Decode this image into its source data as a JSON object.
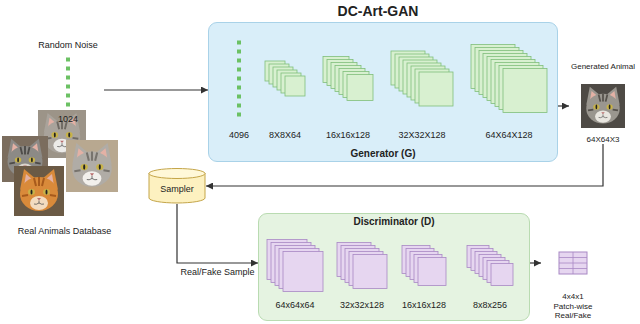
{
  "diagram": {
    "title": "DC-Art-GAN",
    "nodes": [
      {
        "text": [
          "Random Noise",
          "1024"
        ]
      },
      {
        "text": [
          "Generator (G)"
        ]
      },
      {
        "text": [
          "4096"
        ],
        "in": 1
      },
      {
        "text": [
          "8X8X64"
        ],
        "in": 1
      },
      {
        "text": [
          "16x16x128"
        ],
        "in": 1
      },
      {
        "text": [
          "32X32X128"
        ],
        "in": 1
      },
      {
        "text": [
          "64X64X128"
        ],
        "in": 1
      },
      {
        "text": [
          "Generated Animal",
          "64X64X3"
        ]
      },
      {
        "text": [
          "Real Animals Database"
        ]
      },
      {
        "text": [
          "Sampler"
        ]
      },
      {
        "text": [
          "Discriminator (D)"
        ]
      },
      {
        "text": [
          "64x64x64"
        ],
        "in": 10
      },
      {
        "text": [
          "32x32x128"
        ],
        "in": 10
      },
      {
        "text": [
          "16x16x128"
        ],
        "in": 10
      },
      {
        "text": [
          "8x8x256"
        ],
        "in": 10
      },
      {
        "text": [
          "4x4x1",
          "Patch-wise Real/Fake"
        ]
      }
    ],
    "edges": [
      {
        "from": 0,
        "to": 1,
        "arrow": "to"
      },
      {
        "from": 1,
        "to": 7,
        "arrow": "to"
      },
      {
        "from": 7,
        "to": 9,
        "arrow": "to"
      },
      {
        "from": 9,
        "to": 10,
        "label": "Real/Fake Sample",
        "arrow": "to"
      },
      {
        "from": 10,
        "to": 15,
        "arrow": "to"
      }
    ]
  }
}
